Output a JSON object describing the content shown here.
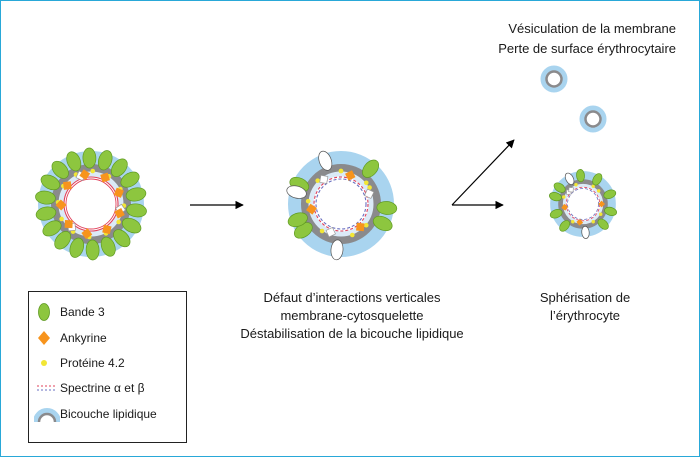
{
  "captions": {
    "middle": [
      "Défaut d’interactions verticales",
      "membrane-cytosquelette",
      "Déstabilisation de la bicouche lipidique"
    ],
    "right_bottom": [
      "Sphérisation de",
      "l’érythrocyte"
    ],
    "right_top": [
      "Vésiculation de la membrane",
      "Perte de surface érythrocytaire"
    ]
  },
  "legend": [
    {
      "key": "bande3",
      "label": "Bande 3",
      "icon": "green-ellipse-icon"
    },
    {
      "key": "ankyrine",
      "label": "Ankyrine",
      "icon": "orange-diamond-icon"
    },
    {
      "key": "proteine42",
      "label": "Protéine 4.2",
      "icon": "yellow-dot-icon"
    },
    {
      "key": "spectrine",
      "label": "Spectrine α et β",
      "icon": "dashed-lines-icon"
    },
    {
      "key": "bicouche",
      "label": "Bicouche lipidique",
      "icon": "bilayer-arc-icon"
    }
  ],
  "colors": {
    "frame": "#29a8d8",
    "lipid_outer": "#a9d4ef",
    "lipid_mid": "#8a8a8c",
    "lipid_inner": "#dbeaf7",
    "bande3": "#8dc63f",
    "bande3_stroke": "#5f9a22",
    "ankyrine": "#f7941d",
    "proteine42": "#f2e635",
    "spectrine_red": "#e0405a",
    "spectrine_blue": "#6a6fc0",
    "arrow": "#000000"
  }
}
